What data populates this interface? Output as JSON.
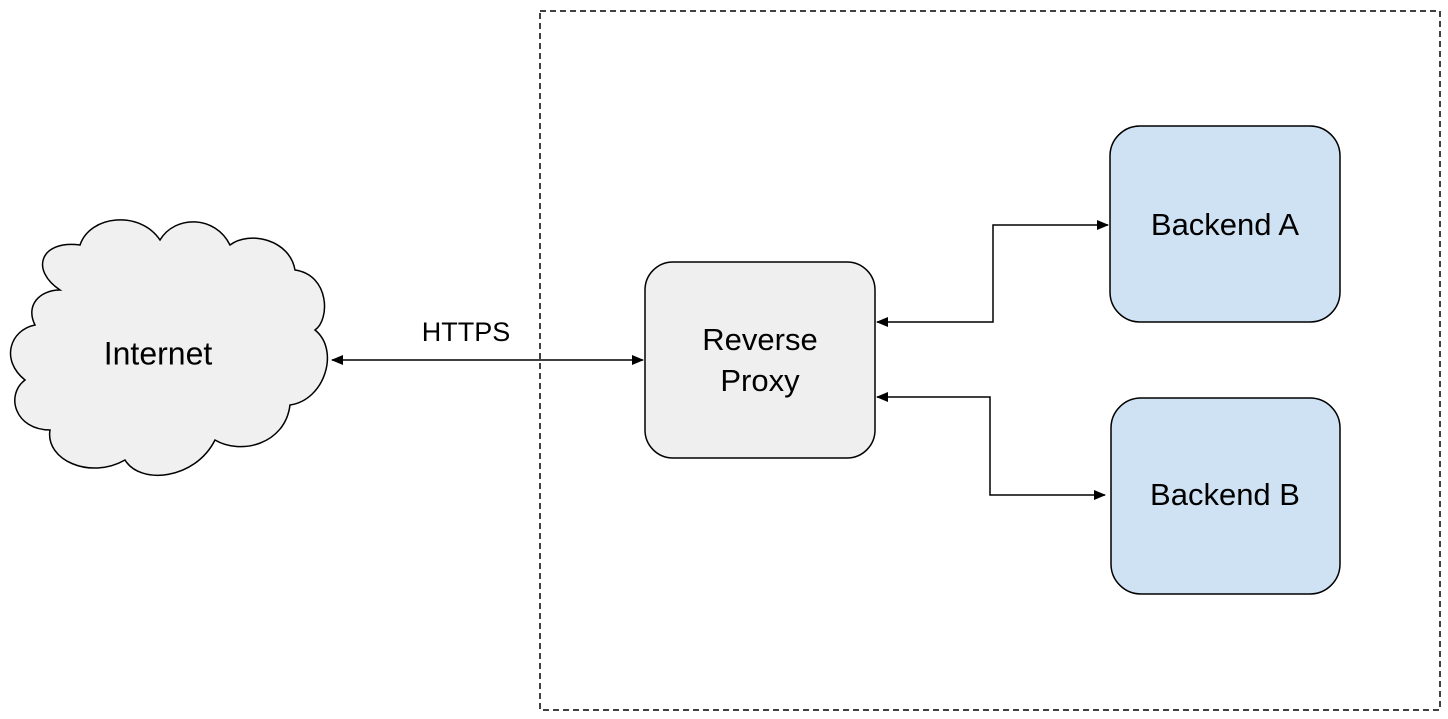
{
  "nodes": {
    "internet": {
      "label": "Internet",
      "shape": "cloud",
      "fill": "#f0f0f0"
    },
    "proxy": {
      "line1": "Reverse",
      "line2": "Proxy",
      "shape": "rounded-rectangle",
      "fill": "#efefef"
    },
    "backend_a": {
      "label": "Backend A",
      "shape": "rounded-rectangle",
      "fill": "#cfe2f3"
    },
    "backend_b": {
      "label": "Backend B",
      "shape": "rounded-rectangle",
      "fill": "#cfe2f3"
    }
  },
  "edges": [
    {
      "from": "internet",
      "to": "proxy",
      "label": "HTTPS",
      "direction": "bidirectional"
    },
    {
      "from": "proxy",
      "to": "backend_a",
      "direction": "bidirectional"
    },
    {
      "from": "proxy",
      "to": "backend_b",
      "direction": "bidirectional"
    }
  ],
  "boundary": {
    "style": "dashed"
  },
  "colors": {
    "stroke": "#000000",
    "backend_fill": "#cfe2f3",
    "proxy_fill": "#efefef",
    "cloud_fill": "#f0f0f0"
  }
}
